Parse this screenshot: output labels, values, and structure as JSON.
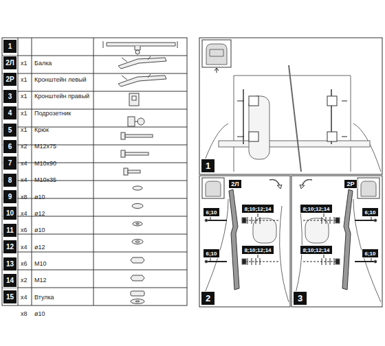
{
  "diagram": {
    "nodes": [
      {
        "text": [
          "1"
        ]
      },
      {
        "text": [
          "2Л"
        ]
      },
      {
        "text": [
          "2Р"
        ]
      },
      {
        "text": [
          "3"
        ]
      },
      {
        "text": [
          "4"
        ]
      },
      {
        "text": [
          "5"
        ]
      },
      {
        "text": [
          "6"
        ]
      },
      {
        "text": [
          "7"
        ]
      },
      {
        "text": [
          "8"
        ]
      },
      {
        "text": [
          "9"
        ]
      },
      {
        "text": [
          "10"
        ]
      },
      {
        "text": [
          "11"
        ]
      },
      {
        "text": [
          "12"
        ]
      },
      {
        "text": [
          "13"
        ]
      },
      {
        "text": [
          "14"
        ]
      },
      {
        "text": [
          "15"
        ]
      },
      {
        "text": [
          "1"
        ]
      },
      {
        "text": [
          "2Л"
        ]
      },
      {
        "text": [
          "6;10"
        ]
      },
      {
        "text": [
          "8;10;12;14"
        ]
      },
      {
        "text": [
          "6;10"
        ]
      },
      {
        "text": [
          "8;10;12;14"
        ]
      },
      {
        "text": [
          "2"
        ]
      },
      {
        "text": [
          "2Р"
        ]
      },
      {
        "text": [
          "8;10;12;14"
        ]
      },
      {
        "text": [
          "6;10"
        ]
      },
      {
        "text": [
          "8;10;12;14"
        ]
      },
      {
        "text": [
          "6;10"
        ]
      },
      {
        "text": [
          "3"
        ]
      }
    ],
    "labels": [
      "x1",
      "Балка",
      "x1",
      "Кронштейн левый",
      "x1",
      "Кронштейн правый",
      "x1",
      "Подрозетник",
      "x1",
      "Крюк",
      "x2",
      "М12х75",
      "x4",
      "М10х90",
      "x4",
      "М10х35",
      "x8",
      "ø10",
      "x4",
      "ø12",
      "x6",
      "ø10",
      "x4",
      "ø12",
      "x6",
      "М10",
      "x2",
      "М12",
      "x4",
      "Втулка",
      "x8",
      "ø10"
    ]
  }
}
